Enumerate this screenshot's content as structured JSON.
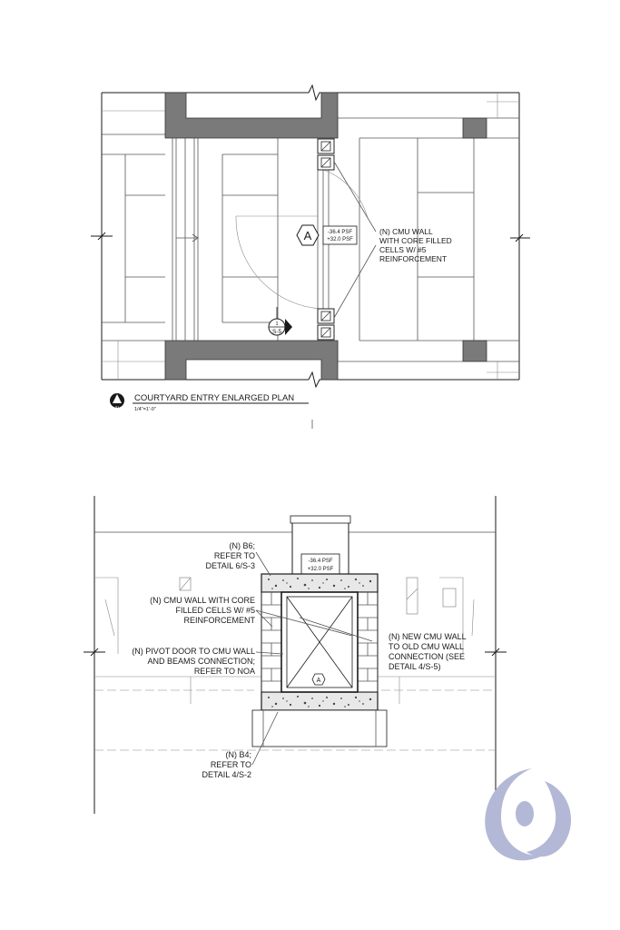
{
  "plan": {
    "title": "COURTYARD ENTRY ENLARGED PLAN",
    "scale": "1/4\"=1'-0\"",
    "north_label": "N",
    "tag": "A",
    "pressure_neg": "-36.4 PSF",
    "pressure_pos": "+32.0 PSF",
    "note": [
      "(N) CMU WALL",
      "WITH CORE FILLED",
      "CELLS W/ #5",
      "REINFORCEMENT"
    ],
    "section_num": "1",
    "section_sheet": "S-5"
  },
  "elevation": {
    "tag": "A",
    "pressure_neg": "-36.4 PSF",
    "pressure_pos": "+32.0 PSF",
    "note_b6": [
      "(N) B6;",
      "REFER TO",
      "DETAIL 6/S-3"
    ],
    "note_cmu": [
      "(N) CMU WALL WITH CORE",
      "FILLED CELLS W/ #5",
      "REINFORCEMENT"
    ],
    "note_pivot": [
      "(N) PIVOT DOOR TO CMU WALL",
      "AND BEAMS CONNECTION;",
      "REFER TO NOA"
    ],
    "note_new_cmu": [
      "(N) NEW CMU WALL",
      "TO OLD CMU WALL",
      "CONNECTION (SEE",
      "DETAIL 4/S-5)"
    ],
    "note_b4": [
      "(N) B4;",
      "REFER TO",
      "DETAIL 4/S-2"
    ]
  },
  "colors": {
    "wall": "#7a7a7a",
    "line": "#1a1a1a",
    "logo": "#b3b8d6"
  }
}
